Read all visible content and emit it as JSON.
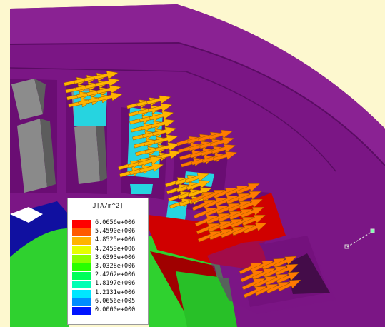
{
  "legend": {
    "title": "J[A/m^2]",
    "entries": [
      {
        "label": "6.0656e+006",
        "color": "#ff0000"
      },
      {
        "label": "5.4590e+006",
        "color": "#ff5a00"
      },
      {
        "label": "4.8525e+006",
        "color": "#ffb400"
      },
      {
        "label": "4.2459e+006",
        "color": "#e6ff00"
      },
      {
        "label": "3.6393e+006",
        "color": "#8cff00"
      },
      {
        "label": "3.0328e+006",
        "color": "#28ff00"
      },
      {
        "label": "2.4262e+006",
        "color": "#00ff5a"
      },
      {
        "label": "1.8197e+006",
        "color": "#00ffb4"
      },
      {
        "label": "1.2131e+006",
        "color": "#00e6ff"
      },
      {
        "label": "6.0656e+005",
        "color": "#008cff"
      },
      {
        "label": "0.0000e+000",
        "color": "#0014ff"
      }
    ]
  },
  "scene": {
    "stator_color": "#7b1685",
    "stator_dark": "#5a0c63",
    "rotor_colors": [
      "#1010a0",
      "#2fd12f",
      "#d00000"
    ],
    "arrow_color": "#ffb400",
    "arrow_hot": "#ff6a00",
    "tooth_color": "#7a7a7a",
    "coil_color": "#26d4e0"
  }
}
